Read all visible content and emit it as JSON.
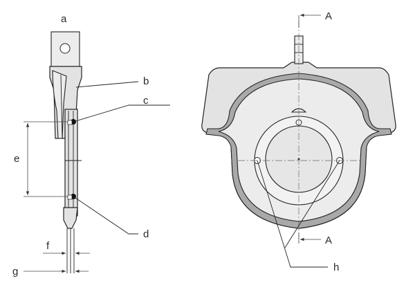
{
  "labels": {
    "a": "a",
    "b": "b",
    "c": "c",
    "d": "d",
    "e": "e",
    "f": "f",
    "g": "g",
    "h": "h",
    "section_top": "A",
    "section_bottom": "A"
  }
}
